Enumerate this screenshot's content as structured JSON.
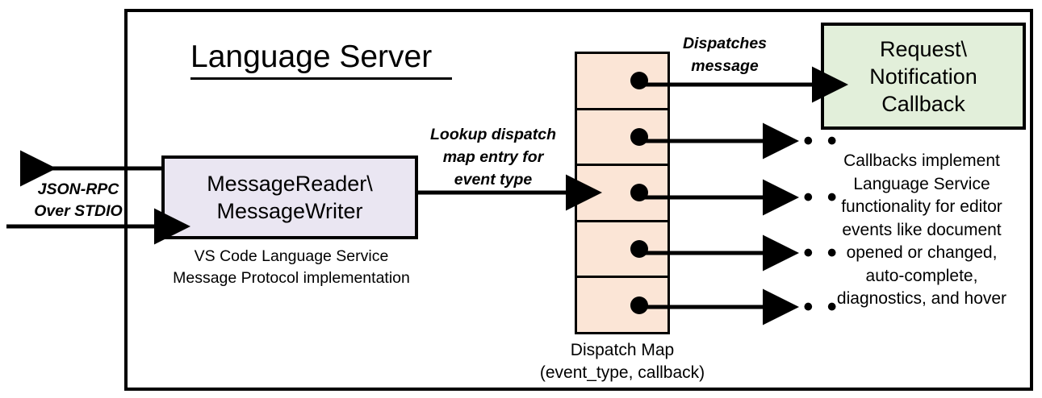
{
  "diagram": {
    "title": "Language Server",
    "colors": {
      "reader_fill": "#EAE6F2",
      "map_fill": "#FBE5D6",
      "callback_fill": "#E2EFDA",
      "stroke": "#000000",
      "background": "#FFFFFF"
    }
  },
  "reader": {
    "label": "MessageReader\\\nMessageWriter",
    "line1": "MessageReader\\",
    "line2": "MessageWriter",
    "caption_line1": "VS Code Language Service",
    "caption_line2": "Message Protocol implementation"
  },
  "io": {
    "label_line1": "JSON-RPC",
    "label_line2": "Over STDIO",
    "outbound_arrow": "arrow-left",
    "inbound_arrow": "arrow-right"
  },
  "lookup": {
    "line1": "Lookup dispatch",
    "line2": "map entry for",
    "line3": "event type"
  },
  "dispatch": {
    "label_line1": "Dispatches",
    "label_line2": "message",
    "caption_line1": "Dispatch Map",
    "caption_line2": "(event_type, callback)",
    "cells": [
      {
        "dot": "entry-dot",
        "target": "callback"
      },
      {
        "dot": "entry-dot",
        "target": "ellipsis"
      },
      {
        "dot": "entry-dot",
        "target": "ellipsis"
      },
      {
        "dot": "entry-dot",
        "target": "ellipsis"
      },
      {
        "dot": "entry-dot",
        "target": "ellipsis"
      }
    ],
    "ellipsis_glyph": "• • •"
  },
  "callback": {
    "line1": "Request\\",
    "line2": "Notification",
    "line3": "Callback",
    "caption_line1": "Callbacks implement",
    "caption_line2": "Language Service",
    "caption_line3": "functionality for editor",
    "caption_line4": "events like document",
    "caption_line5": "opened or changed,",
    "caption_line6": "auto-complete,",
    "caption_line7": "diagnostics, and hover"
  }
}
